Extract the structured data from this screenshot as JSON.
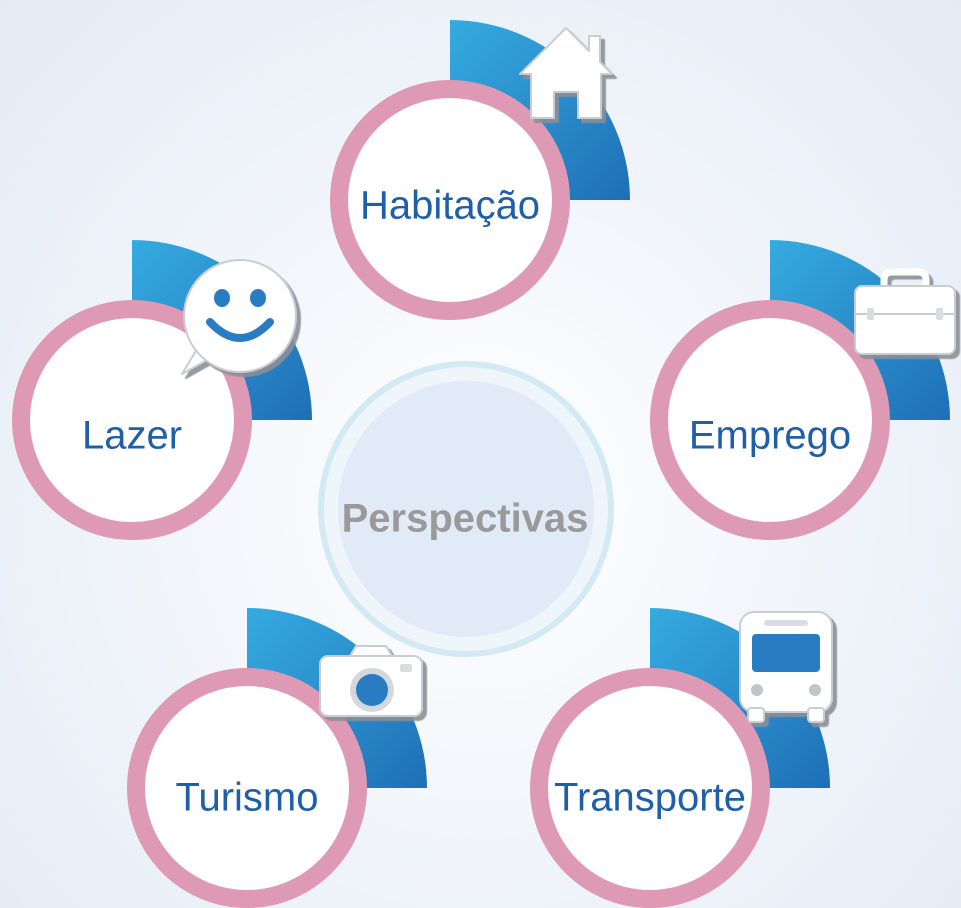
{
  "center": {
    "label": "Perspectivas"
  },
  "nodes": [
    {
      "label": "Habitação",
      "icon": "house-icon"
    },
    {
      "label": "Emprego",
      "icon": "briefcase-icon"
    },
    {
      "label": "Transporte",
      "icon": "bus-icon"
    },
    {
      "label": "Turismo",
      "icon": "camera-icon"
    },
    {
      "label": "Lazer",
      "icon": "smiley-chat-icon"
    }
  ],
  "colors": {
    "ring": "#de9ab4",
    "arc_light": "#35abe0",
    "arc_dark": "#1f6fb6",
    "label": "#1f5fa8",
    "center_label": "#9a9a9a",
    "center_fill": "#e1ebf7",
    "center_ring": "#cfe6f3"
  }
}
